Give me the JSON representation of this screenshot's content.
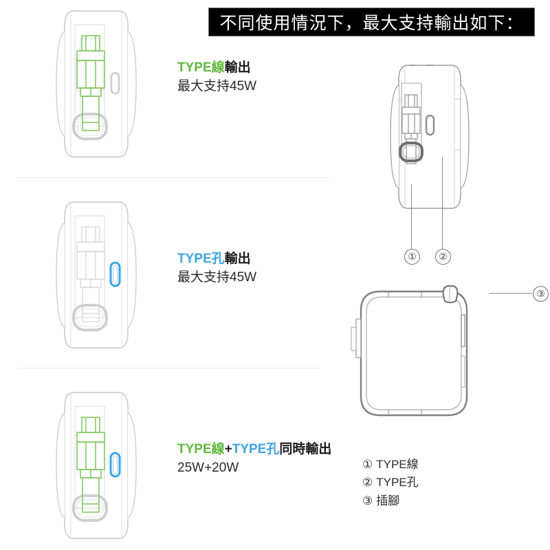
{
  "banner": {
    "text": "不同使用情況下，最大支持輸出如下："
  },
  "colors": {
    "green": "#5fb83d",
    "blue": "#3fa3e4",
    "banner_bg": "#000000",
    "banner_text": "#ffffff",
    "outline": "#b9b9b9",
    "divider": "#ececec"
  },
  "rows": [
    {
      "id": "type-cable-only",
      "caption": {
        "seg_accent": "TYPE線",
        "seg_accent_color": "green",
        "seg_rest": "輸出",
        "line2": "最大支持45W"
      },
      "highlight": {
        "cable": true,
        "port": false
      }
    },
    {
      "id": "type-port-only",
      "caption": {
        "seg_accent": "TYPE孔",
        "seg_accent_color": "blue",
        "seg_rest": "輸出",
        "line2": "最大支持45W"
      },
      "highlight": {
        "cable": false,
        "port": true
      }
    },
    {
      "id": "type-cable-and-port",
      "caption": {
        "seg_accent": "TYPE線",
        "seg_accent_color": "green",
        "seg_plus": "+",
        "seg_accent2": "TYPE孔",
        "seg_accent2_color": "blue",
        "seg_rest": "同時輸出",
        "line2": "25W+20W"
      },
      "highlight": {
        "cable": true,
        "port": true
      }
    }
  ],
  "callouts": [
    {
      "marker": "①",
      "target": "type-cable"
    },
    {
      "marker": "②",
      "target": "type-port"
    },
    {
      "marker": "③",
      "target": "plug-prongs"
    }
  ],
  "legend": {
    "items": [
      {
        "marker": "①",
        "label": "TYPE線"
      },
      {
        "marker": "②",
        "label": "TYPE孔"
      },
      {
        "marker": "③",
        "label": "插腳"
      }
    ]
  }
}
